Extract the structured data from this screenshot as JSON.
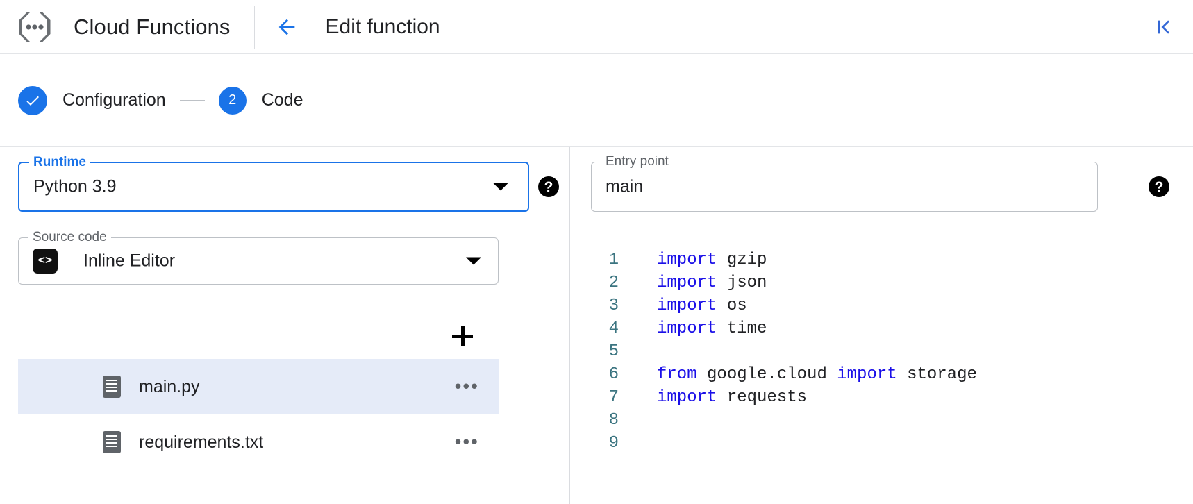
{
  "header": {
    "product_name": "Cloud Functions",
    "logo_icon": "cloud-functions-logo",
    "back_icon": "arrow-left-icon",
    "page_title": "Edit function",
    "collapse_icon": "first-page-icon"
  },
  "stepper": {
    "steps": [
      {
        "marker": "✓",
        "label": "Configuration",
        "state": "complete"
      },
      {
        "marker": "2",
        "label": "Code",
        "state": "active"
      }
    ],
    "accent_color": "#1a73e8"
  },
  "form": {
    "runtime": {
      "legend": "Runtime",
      "value": "Python 3.9",
      "focused": true,
      "dropdown_icon": "chevron-down-icon",
      "help_icon": "help-icon"
    },
    "entry_point": {
      "legend": "Entry point",
      "value": "main",
      "focused": false,
      "help_icon": "help-icon"
    },
    "source_code": {
      "legend": "Source code",
      "value": "Inline Editor",
      "leading_icon": "code-brackets-icon",
      "leading_icon_glyph": "<>",
      "dropdown_icon": "chevron-down-icon"
    }
  },
  "files": {
    "add_icon": "plus-icon",
    "items": [
      {
        "name": "main.py",
        "icon": "file-document-icon",
        "selected": true,
        "more_icon": "more-horizontal-icon",
        "more_glyph": "•••"
      },
      {
        "name": "requirements.txt",
        "icon": "file-document-icon",
        "selected": false,
        "more_icon": "more-horizontal-icon",
        "more_glyph": "•••"
      }
    ],
    "selected_bg": "#e5ebf8"
  },
  "editor": {
    "language": "python",
    "lines": [
      {
        "num": "1",
        "tokens": [
          {
            "t": "import",
            "c": "kw"
          },
          {
            "t": " gzip",
            "c": ""
          }
        ]
      },
      {
        "num": "2",
        "tokens": [
          {
            "t": "import",
            "c": "kw"
          },
          {
            "t": " json",
            "c": ""
          }
        ]
      },
      {
        "num": "3",
        "tokens": [
          {
            "t": "import",
            "c": "kw"
          },
          {
            "t": " os",
            "c": ""
          }
        ]
      },
      {
        "num": "4",
        "tokens": [
          {
            "t": "import",
            "c": "kw"
          },
          {
            "t": " time",
            "c": ""
          }
        ]
      },
      {
        "num": "5",
        "tokens": []
      },
      {
        "num": "6",
        "tokens": [
          {
            "t": "from",
            "c": "kw"
          },
          {
            "t": " google.cloud ",
            "c": ""
          },
          {
            "t": "import",
            "c": "kw"
          },
          {
            "t": " storage",
            "c": ""
          }
        ]
      },
      {
        "num": "7",
        "tokens": [
          {
            "t": "import",
            "c": "kw"
          },
          {
            "t": " requests",
            "c": ""
          }
        ]
      },
      {
        "num": "8",
        "tokens": []
      },
      {
        "num": "9",
        "tokens": []
      }
    ],
    "keyword_color": "#1a0fe8",
    "linenum_color": "#3b7480"
  }
}
